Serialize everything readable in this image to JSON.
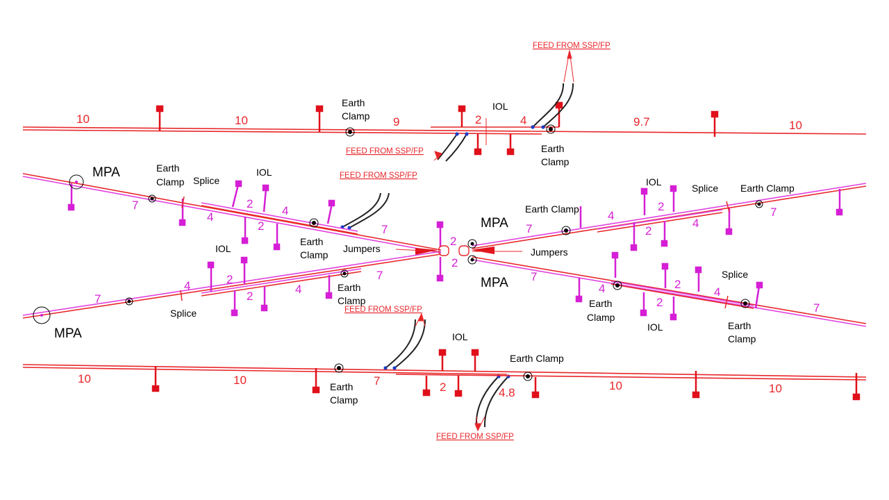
{
  "colors": {
    "red_track": "#e8262a",
    "magenta_track": "#e040e0",
    "mast_red": "#e0101a",
    "mast_magenta": "#d51fd5",
    "cable": "#222222",
    "insulator": "#1a3cc8",
    "label": "#000000"
  },
  "labels": {
    "earth_clamp": "Earth Clamp",
    "earth": "Earth",
    "clamp": "Clamp",
    "iol": "IOL",
    "splice": "Splice",
    "mpa": "MPA",
    "jumpers": "Jumpers",
    "feed": "FEED FROM SSP/FP"
  },
  "spans": {
    "top": [
      "10",
      "10",
      "9",
      "2",
      "4",
      "9.7",
      "10"
    ],
    "bottom": [
      "10",
      "10",
      "7",
      "2",
      "4.8",
      "10",
      "10"
    ],
    "upper_left_diag": [
      "7",
      "4",
      "2",
      "2",
      "4",
      "7"
    ],
    "lower_left_diag": [
      "7",
      "4",
      "2",
      "2",
      "4",
      "7"
    ],
    "upper_right_diag": [
      "7",
      "4",
      "2",
      "2",
      "4",
      "7"
    ],
    "lower_right_diag": [
      "7",
      "4",
      "2",
      "2",
      "4",
      "7"
    ],
    "center": [
      "2",
      "2"
    ]
  }
}
